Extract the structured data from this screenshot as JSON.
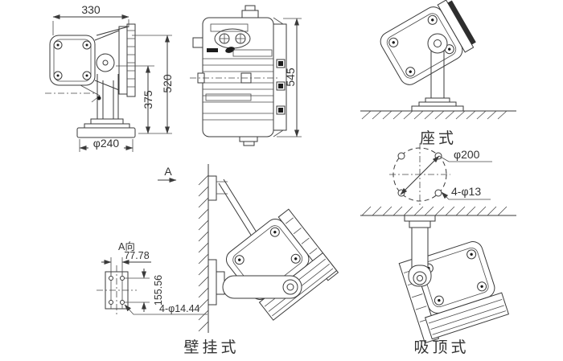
{
  "figure": {
    "side_view": {
      "dim_width": "330",
      "dim_height": "520",
      "dim_pivot_height": "375",
      "dim_base_dia": "φ240"
    },
    "rear_view": {
      "dim_height": "545"
    },
    "seat_view": {
      "label": "座式"
    },
    "wall_view": {
      "label": "壁挂式",
      "section_arrow": "A"
    },
    "plate_detail": {
      "title": "A向",
      "dim_width": "77.78",
      "dim_height": "155.56",
      "dim_holes": "4-φ14.44"
    },
    "ceiling_view": {
      "label": "吸顶式",
      "dim_bolt_circle": "φ200",
      "dim_holes": "4-φ13"
    },
    "colors": {
      "line": "#3a3a3a",
      "text": "#333333",
      "background": "#ffffff"
    }
  }
}
